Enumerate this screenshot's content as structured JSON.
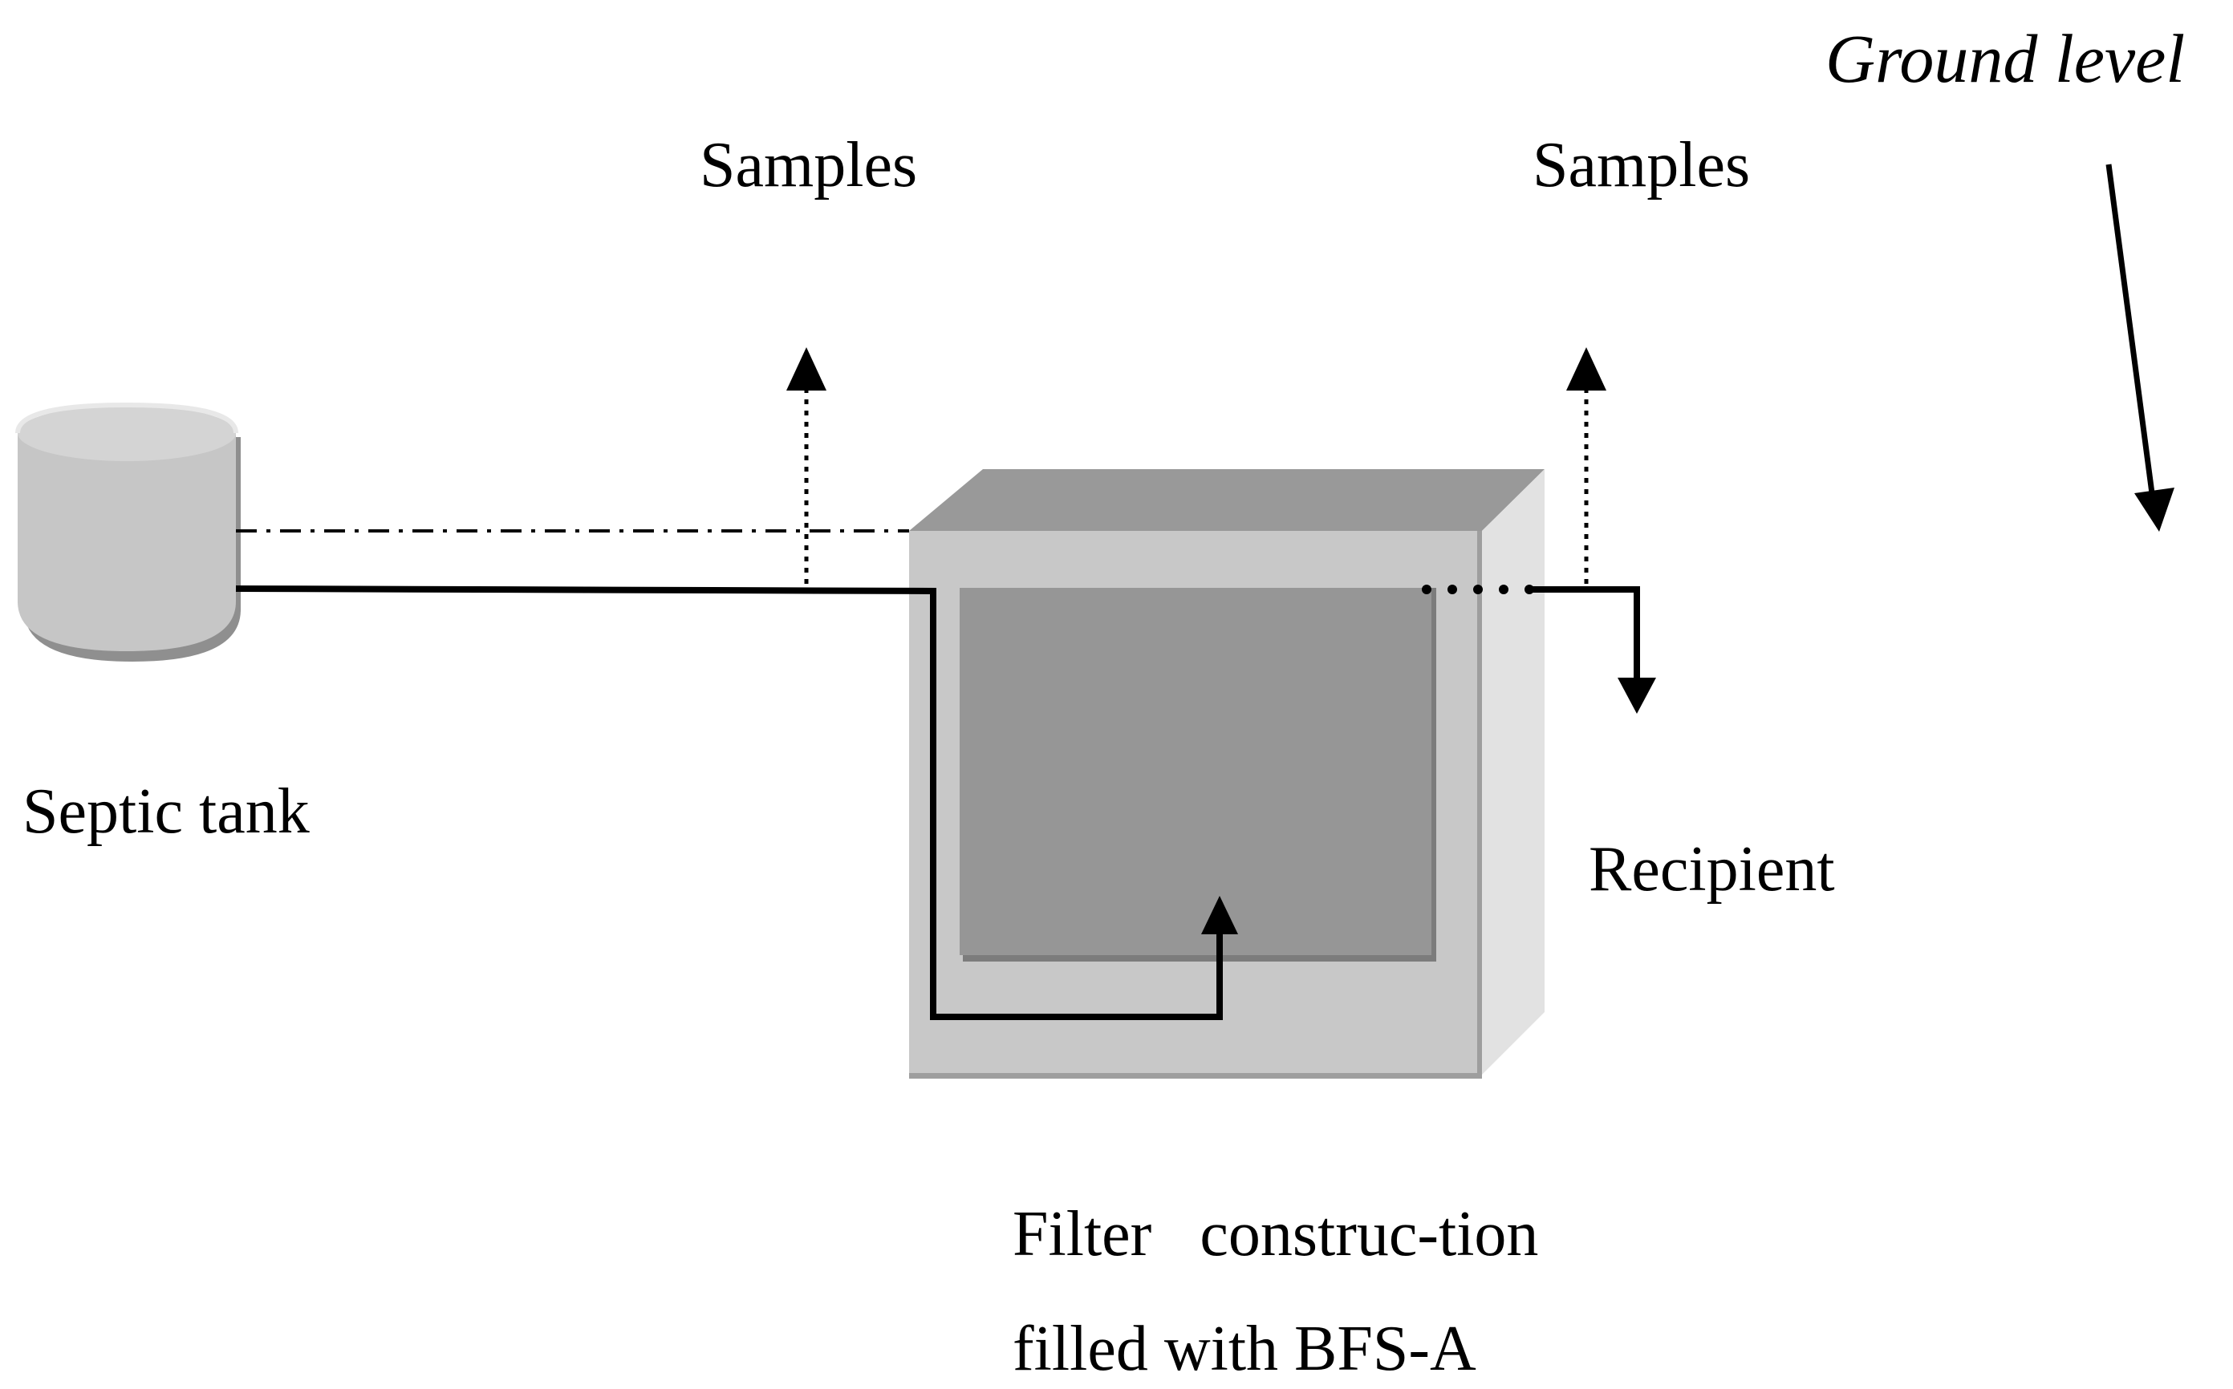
{
  "labels": {
    "ground_level": "Ground level",
    "samples_left": "Samples",
    "samples_right": "Samples",
    "septic_tank": "Septic tank",
    "recipient": "Recipient",
    "filter_line1": "Filter   construc-tion",
    "filter_line2": "filled with BFS-A"
  },
  "colors": {
    "tank_body": "#c6c6c6",
    "tank_shadow": "#8f8f8f",
    "filter_front": "#c8c8c8",
    "filter_top": "#999999",
    "filter_side": "#e2e2e2",
    "filter_inner": "#969696",
    "line": "#000000"
  }
}
